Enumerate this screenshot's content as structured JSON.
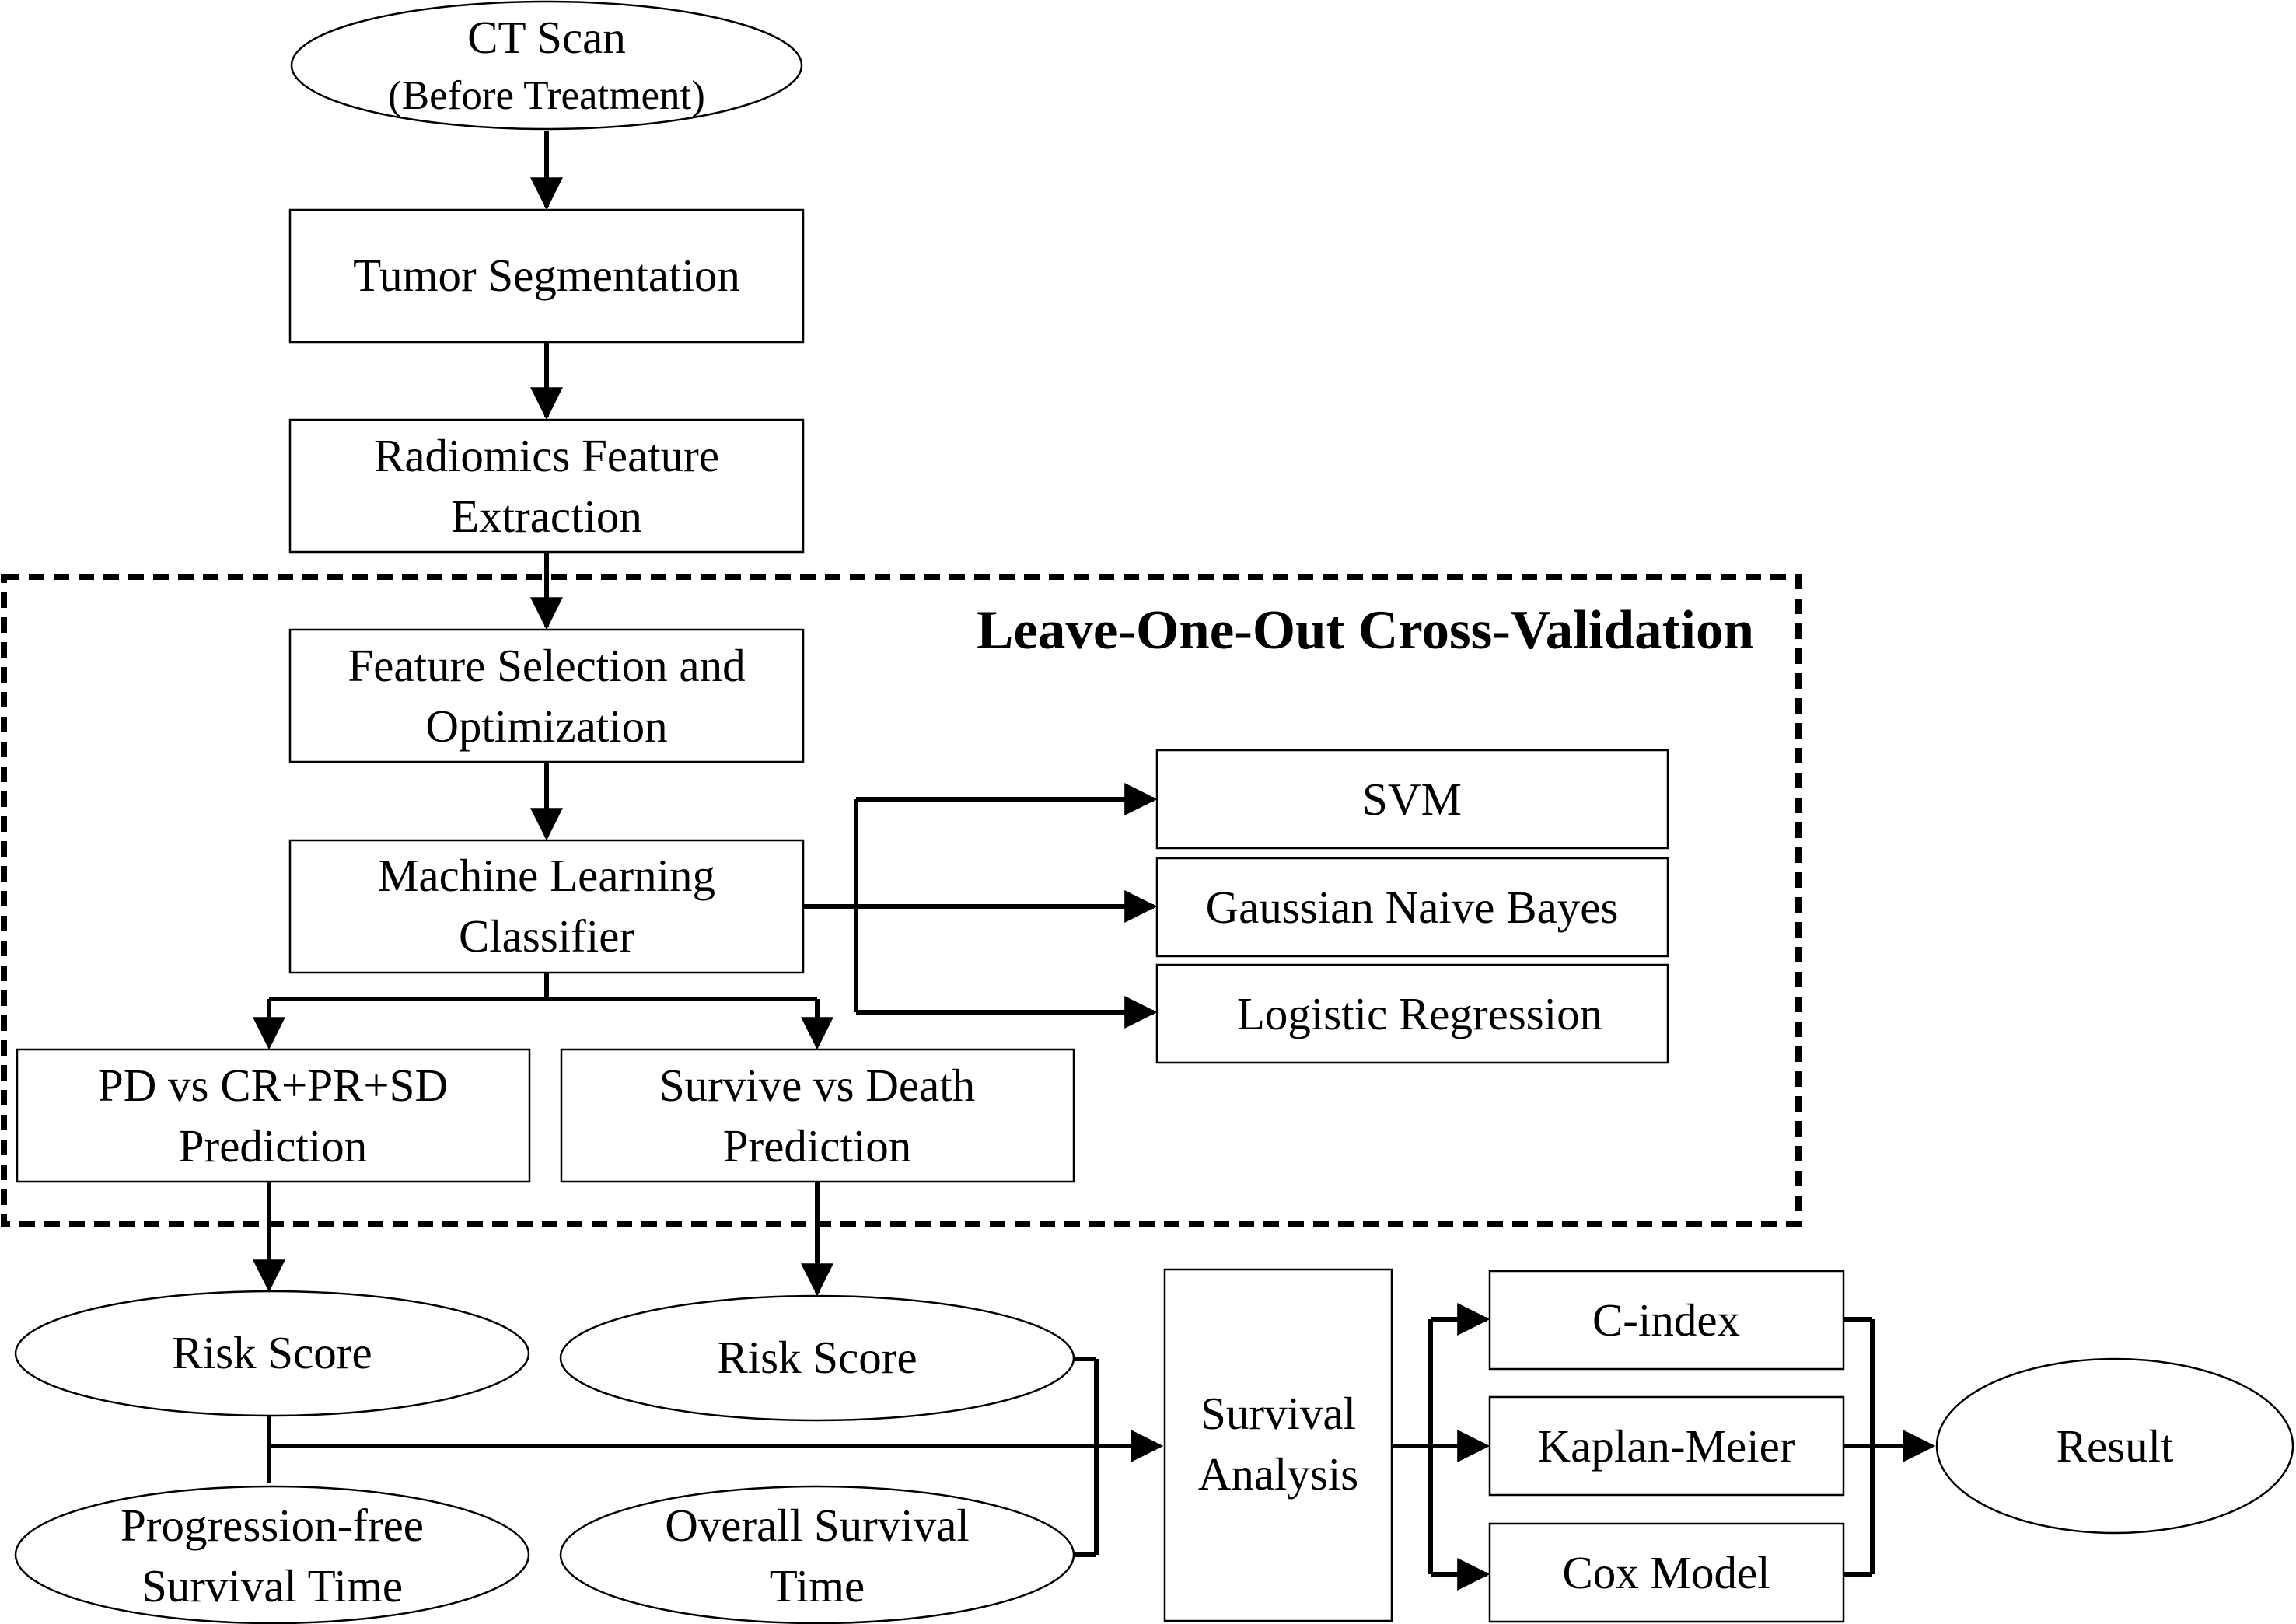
{
  "diagram": {
    "region_title": "Leave-One-Out Cross-Validation",
    "nodes": {
      "ct_scan": [
        "CT Scan",
        "(Before Treatment)"
      ],
      "tumor_segmentation": [
        "Tumor Segmentation"
      ],
      "radiomics": [
        "Radiomics Feature",
        "Extraction"
      ],
      "feature_selection": [
        "Feature Selection and",
        "Optimization"
      ],
      "ml_classifier": [
        "Machine Learning",
        "Classifier"
      ],
      "svm": [
        "SVM"
      ],
      "gnb": [
        "Gaussian Naive Bayes"
      ],
      "logreg": [
        "Logistic Regression"
      ],
      "pd_prediction": [
        "PD vs CR+PR+SD",
        "Prediction"
      ],
      "survive_prediction": [
        "Survive vs Death",
        "Prediction"
      ],
      "risk_score_1": [
        "Risk Score"
      ],
      "risk_score_2": [
        "Risk Score"
      ],
      "pfs_time": [
        "Progression-free",
        "Survival Time"
      ],
      "os_time": [
        "Overall Survival",
        "Time"
      ],
      "survival_analysis": [
        "Survival",
        "Analysis"
      ],
      "c_index": [
        "C-index"
      ],
      "kaplan_meier": [
        "Kaplan-Meier"
      ],
      "cox_model": [
        "Cox Model"
      ],
      "result": [
        "Result"
      ]
    }
  }
}
